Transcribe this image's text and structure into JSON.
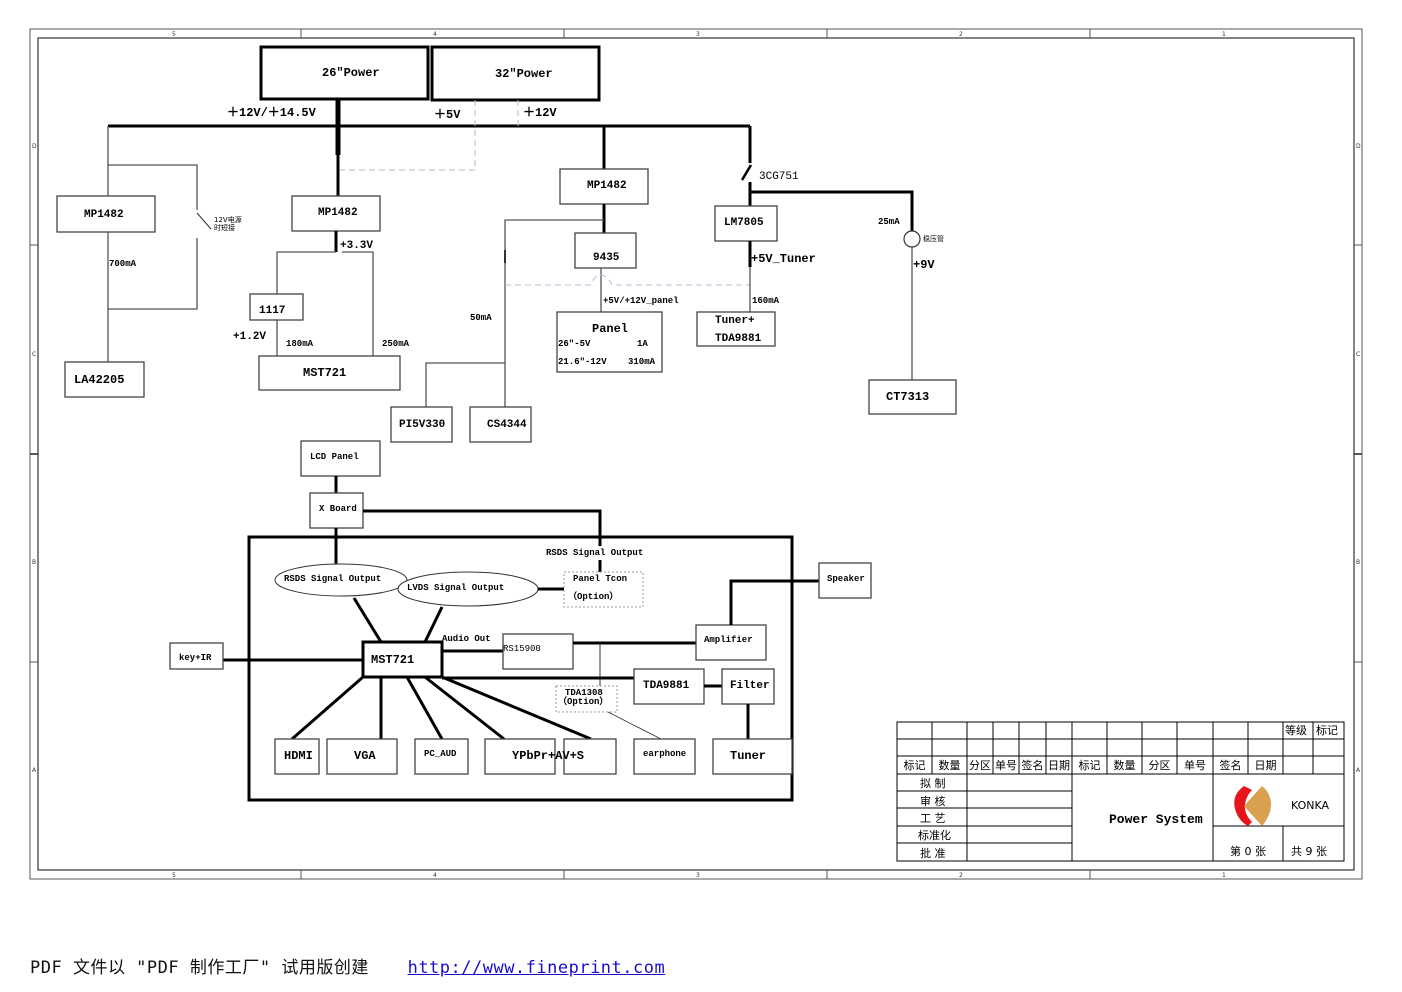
{
  "frame": {
    "columns_top": [
      "5",
      "4",
      "3",
      "2",
      "1"
    ],
    "columns_bottom": [
      "5",
      "4",
      "3",
      "2",
      "1"
    ],
    "rows": [
      "D",
      "C",
      "B",
      "A"
    ]
  },
  "power_sources": {
    "p26": "26\"Power",
    "p32": "32\"Power",
    "rail_main": "＋12V/＋14.5V",
    "rail_5v": "＋5V",
    "rail_12v": "＋12V"
  },
  "blocks": {
    "mp1482_left": "MP1482",
    "mp1482_mid": "MP1482",
    "mp1482_right": "MP1482",
    "la42205": "LA42205",
    "reg1117": "1117",
    "mst721_power": "MST721",
    "ic9435": "9435",
    "panel": "Panel",
    "panel_row1_left": "26\"-5V",
    "panel_row1_right": "1A",
    "panel_row2_left": "21.6\"-12V",
    "panel_row2_right": "310mA",
    "pi5v330": "PI5V330",
    "cs4344": "CS4344",
    "lm7805": "LM7805",
    "tuner_tda_line1": "Tuner+",
    "tuner_tda_line2": "TDA9881",
    "ct7313": "CT7313",
    "lcd_panel": "LCD Panel",
    "x_board": "X Board"
  },
  "labels": {
    "note_12v_short_1": "12V电源",
    "note_12v_short_2": "时短接",
    "i_700ma": "700mA",
    "v_3v3": "+3.3V",
    "v_1v2": "+1.2V",
    "i_180ma": "180mA",
    "i_250ma": "250mA",
    "i_50ma": "50mA",
    "v_panel": "+5V/+12V_panel",
    "switch_3cg751": "3CG751",
    "v_5v_tuner": "+5V_Tuner",
    "i_160ma": "160mA",
    "i_25ma": "25mA",
    "zener": "稳压管",
    "v_9v": "+9V"
  },
  "signal_board": {
    "rsds_top": "RSDS Signal Output",
    "rsds_ellipse": "RSDS Signal Output",
    "lvds_ellipse": "LVDS Signal Output",
    "panel_tcon_1": "Panel Tcon",
    "panel_tcon_2": "（Option）",
    "speaker": "Speaker",
    "amplifier": "Amplifier",
    "audio_out": "Audio Out",
    "rs15900": "RS15900",
    "mst721": "MST721",
    "key_ir": "key+IR",
    "tda1308_1": "TDA1308",
    "tda1308_2": "（Option）",
    "tda9881": "TDA9881",
    "filter": "Filter",
    "hdmi": "HDMI",
    "vga": "VGA",
    "pc_aud": "PC_AUD",
    "ypbpr": "YPbPr+AV+S",
    "earphone": "earphone",
    "tuner": "Tuner"
  },
  "title_block": {
    "grade": "等级",
    "mark": "标记",
    "headers": [
      "标记",
      "数量",
      "分区",
      "单号",
      "签名",
      "日期",
      "标记",
      "数量",
      "分区",
      "单号",
      "签名",
      "日期"
    ],
    "roles": [
      "拟 制",
      "审 核",
      "工 艺",
      "标准化",
      "批 准"
    ],
    "title": "Power System",
    "title_color": "#ff00ff",
    "company": "KONKA",
    "logo_red": "#e8141c",
    "logo_gold": "#d9a050",
    "sheet_no": "第 0 张",
    "sheet_total": "共 9 张"
  },
  "footer": {
    "text": "PDF 文件以 \"PDF 制作工厂\" 试用版创建",
    "link": "http://www.fineprint.com"
  }
}
